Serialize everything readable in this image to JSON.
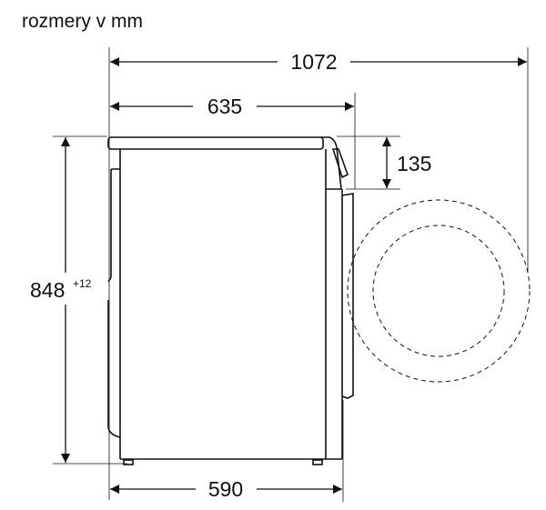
{
  "title": "rozmery v mm",
  "dimensions": {
    "total_depth_door_open": "1072",
    "depth_with_door": "635",
    "door_height_offset": "135",
    "height": "848",
    "height_tolerance": "+12",
    "depth": "590"
  }
}
